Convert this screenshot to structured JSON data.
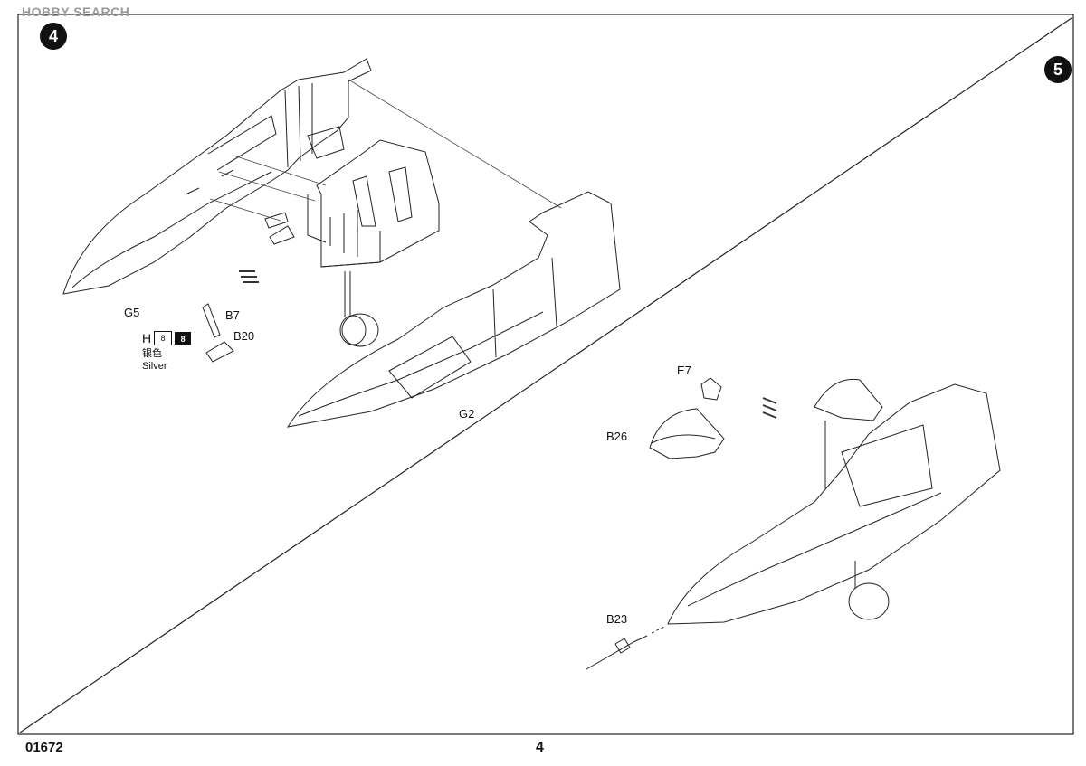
{
  "watermark": "HOBBY SEARCH",
  "steps": {
    "step4": "4",
    "step5": "5"
  },
  "parts": {
    "g5": "G5",
    "g2": "G2",
    "b7": "B7",
    "b20": "B20",
    "e7": "E7",
    "b26": "B26",
    "b23": "B23"
  },
  "paint": {
    "code_letter": "H",
    "code_a": "8",
    "code_b": "8",
    "name_cn": "银色",
    "name_en": "Silver"
  },
  "footer": {
    "kit_number": "01672",
    "page_number": "4"
  },
  "colors": {
    "ink": "#111111",
    "paper": "#ffffff",
    "watermark": "#9a9a9a"
  }
}
